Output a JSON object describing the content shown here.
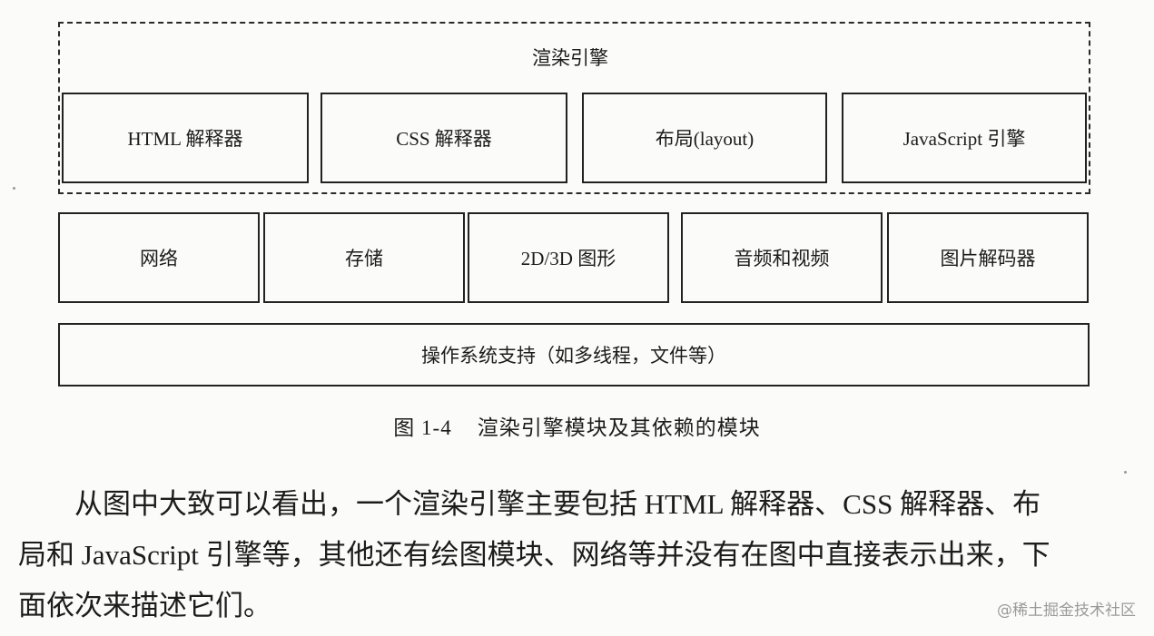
{
  "diagram": {
    "engine_label": "渲染引擎",
    "engine_modules": [
      "HTML 解释器",
      "CSS 解释器",
      "布局(layout)",
      "JavaScript 引擎"
    ],
    "dependency_modules": [
      "网络",
      "存储",
      "2D/3D 图形",
      "音频和视频",
      "图片解码器"
    ],
    "os_support": "操作系统支持（如多线程，文件等）"
  },
  "caption": {
    "number": "图 1-4",
    "text": "渲染引擎模块及其依赖的模块"
  },
  "paragraph": {
    "lines": [
      "从图中大致可以看出，一个渲染引擎主要包括 HTML 解释器、CSS 解释器、布",
      "局和 JavaScript 引擎等，其他还有绘图模块、网络等并没有在图中直接表示出来，下",
      "面依次来描述它们。"
    ]
  },
  "watermark": "@稀土掘金技术社区"
}
